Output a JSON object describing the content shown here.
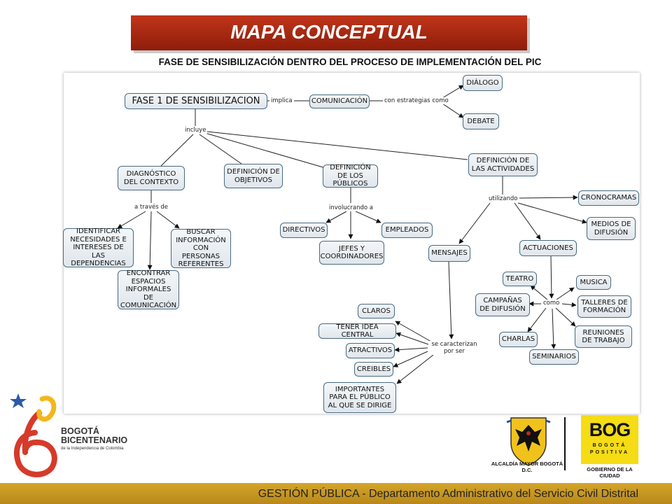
{
  "header": {
    "title": "MAPA CONCEPTUAL",
    "subtitle": "FASE DE SENSIBILIZACIÓN DENTRO DEL PROCESO DE IMPLEMENTACIÓN DEL PIC"
  },
  "concept_map": {
    "nodes": {
      "fase1": "FASE 1 DE SENSIBILIZACION",
      "comunicacion": "COMUNICACIÓN",
      "dialogo": "DIÁLOGO",
      "debate": "DEBATE",
      "diagnostico": "DIAGNÓSTICO DEL CONTEXTO",
      "objetivos": "DEFINICIÓN DE OBJETIVOS",
      "publicos": "DEFINICIÓN DE LOS PÚBLICOS",
      "actividades": "DEFINICIÓN DE LAS ACTIVIDADES",
      "identificar": "IDENTIFICAR NECESIDADES E INTERESES DE LAS DEPENDENCIAS",
      "encontrar": "ENCONTRAR ESPACIOS INFORMALES DE COMUNICACIÓN",
      "buscar": "BUSCAR INFORMACIÓN CON PERSONAS REFERENTES",
      "directivos": "DIRECTIVOS",
      "jefes": "JEFES Y COORDINADORES",
      "empleados": "EMPLEADOS",
      "cronogramas": "CRONOCRAMAS",
      "medios": "MEDIOS DE DIFUSIÓN",
      "mensajes": "MENSAJES",
      "actuaciones": "ACTUACIONES",
      "teatro": "TEATRO",
      "musica": "MUSICA",
      "campanas": "CAMPAÑAS DE DIFUSIÓN",
      "talleres": "TALLERES DE FORMACIÓN",
      "charlas": "CHARLAS",
      "reuniones": "REUNIONES DE TRABAJO",
      "seminarios": "SEMINARIOS",
      "claros": "CLAROS",
      "idea": "TENER IDEA CENTRAL",
      "atractivos": "ATRACTIVOS",
      "creibles": "CREIBLES",
      "importantes": "IMPORTANTES PARA EL PÚBLICO AL QUE SE DIRIGE"
    },
    "links": {
      "implica": "implica",
      "estrategias": "con estrategias como",
      "incluye": "incluye",
      "traves": "a través de",
      "involucrando": "involucrando a",
      "utilizando": "utilizando",
      "como": "como",
      "caracterizan": "se caracterizan por ser"
    }
  },
  "footer": {
    "text": "GESTIÓN PÚBLICA - Departamento Administrativo del Servicio Civil Distrital"
  },
  "logos": {
    "bicentenario_title": "BOGOTÁ BICENTENARIO",
    "bicentenario_sub": "de la Independencia de Colombia",
    "alcaldia": "ALCALDÍA MAYOR BOGOTÁ D.C.",
    "bog_letters": "BOG",
    "bog_sub1": "BOGOTÁ",
    "bog_sub2": "POSITIVA",
    "gobierno": "GOBIERNO DE LA CIUDAD"
  },
  "colors": {
    "title_bar": "#b02a12",
    "footer_bar": "#c99a22",
    "node_border": "#4a6a80",
    "bog_yellow": "#f5dc14"
  }
}
